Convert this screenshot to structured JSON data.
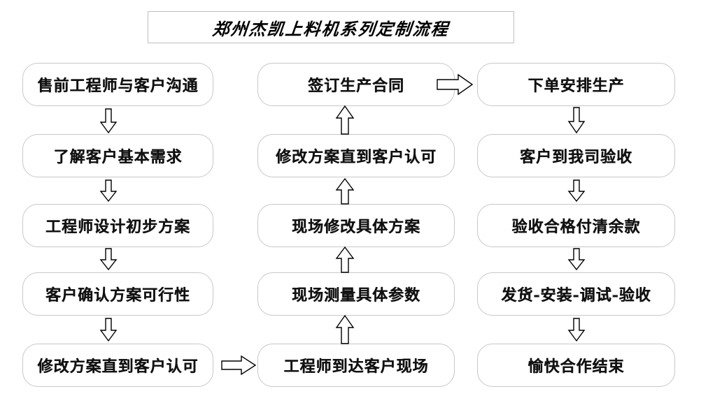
{
  "title": {
    "text": "郑州杰凯上料机系列定制流程"
  },
  "columns": [
    {
      "id": "col1",
      "direction": "down",
      "nodes": [
        {
          "label": "售前工程师与客户沟通"
        },
        {
          "label": "了解客户基本需求"
        },
        {
          "label": "工程师设计初步方案"
        },
        {
          "label": "客户确认方案可行性"
        },
        {
          "label": "修改方案直到客户认可"
        }
      ]
    },
    {
      "id": "col2",
      "direction": "up",
      "nodes": [
        {
          "label": "签订生产合同"
        },
        {
          "label": "修改方案直到客户认可"
        },
        {
          "label": "现场修改具体方案"
        },
        {
          "label": "现场测量具体参数"
        },
        {
          "label": "工程师到达客户现场"
        }
      ]
    },
    {
      "id": "col3",
      "direction": "down",
      "nodes": [
        {
          "label": "下单安排生产"
        },
        {
          "label": "客户到我司验收"
        },
        {
          "label": "验收合格付清余款"
        },
        {
          "label": "发货-安装-调试-验收"
        },
        {
          "label": "愉快合作结束"
        }
      ]
    }
  ],
  "connectors": {
    "col1_down_icons": [
      "down-arrow-icon",
      "down-arrow-icon",
      "down-arrow-icon",
      "down-arrow-icon"
    ],
    "col2_up_icons": [
      "up-arrow-icon",
      "up-arrow-icon",
      "up-arrow-icon",
      "up-arrow-icon"
    ],
    "col3_down_icons": [
      "down-arrow-icon",
      "down-arrow-icon",
      "down-arrow-icon",
      "down-arrow-icon"
    ],
    "col1_to_col2_icon": "right-arrow-icon",
    "col2_to_col3_icon": "right-arrow-icon"
  },
  "colors": {
    "box_border": "#c8c8c8",
    "title_border": "#bfbfbf",
    "text": "#111111",
    "arrow_stroke": "#000000",
    "background": "#ffffff"
  }
}
